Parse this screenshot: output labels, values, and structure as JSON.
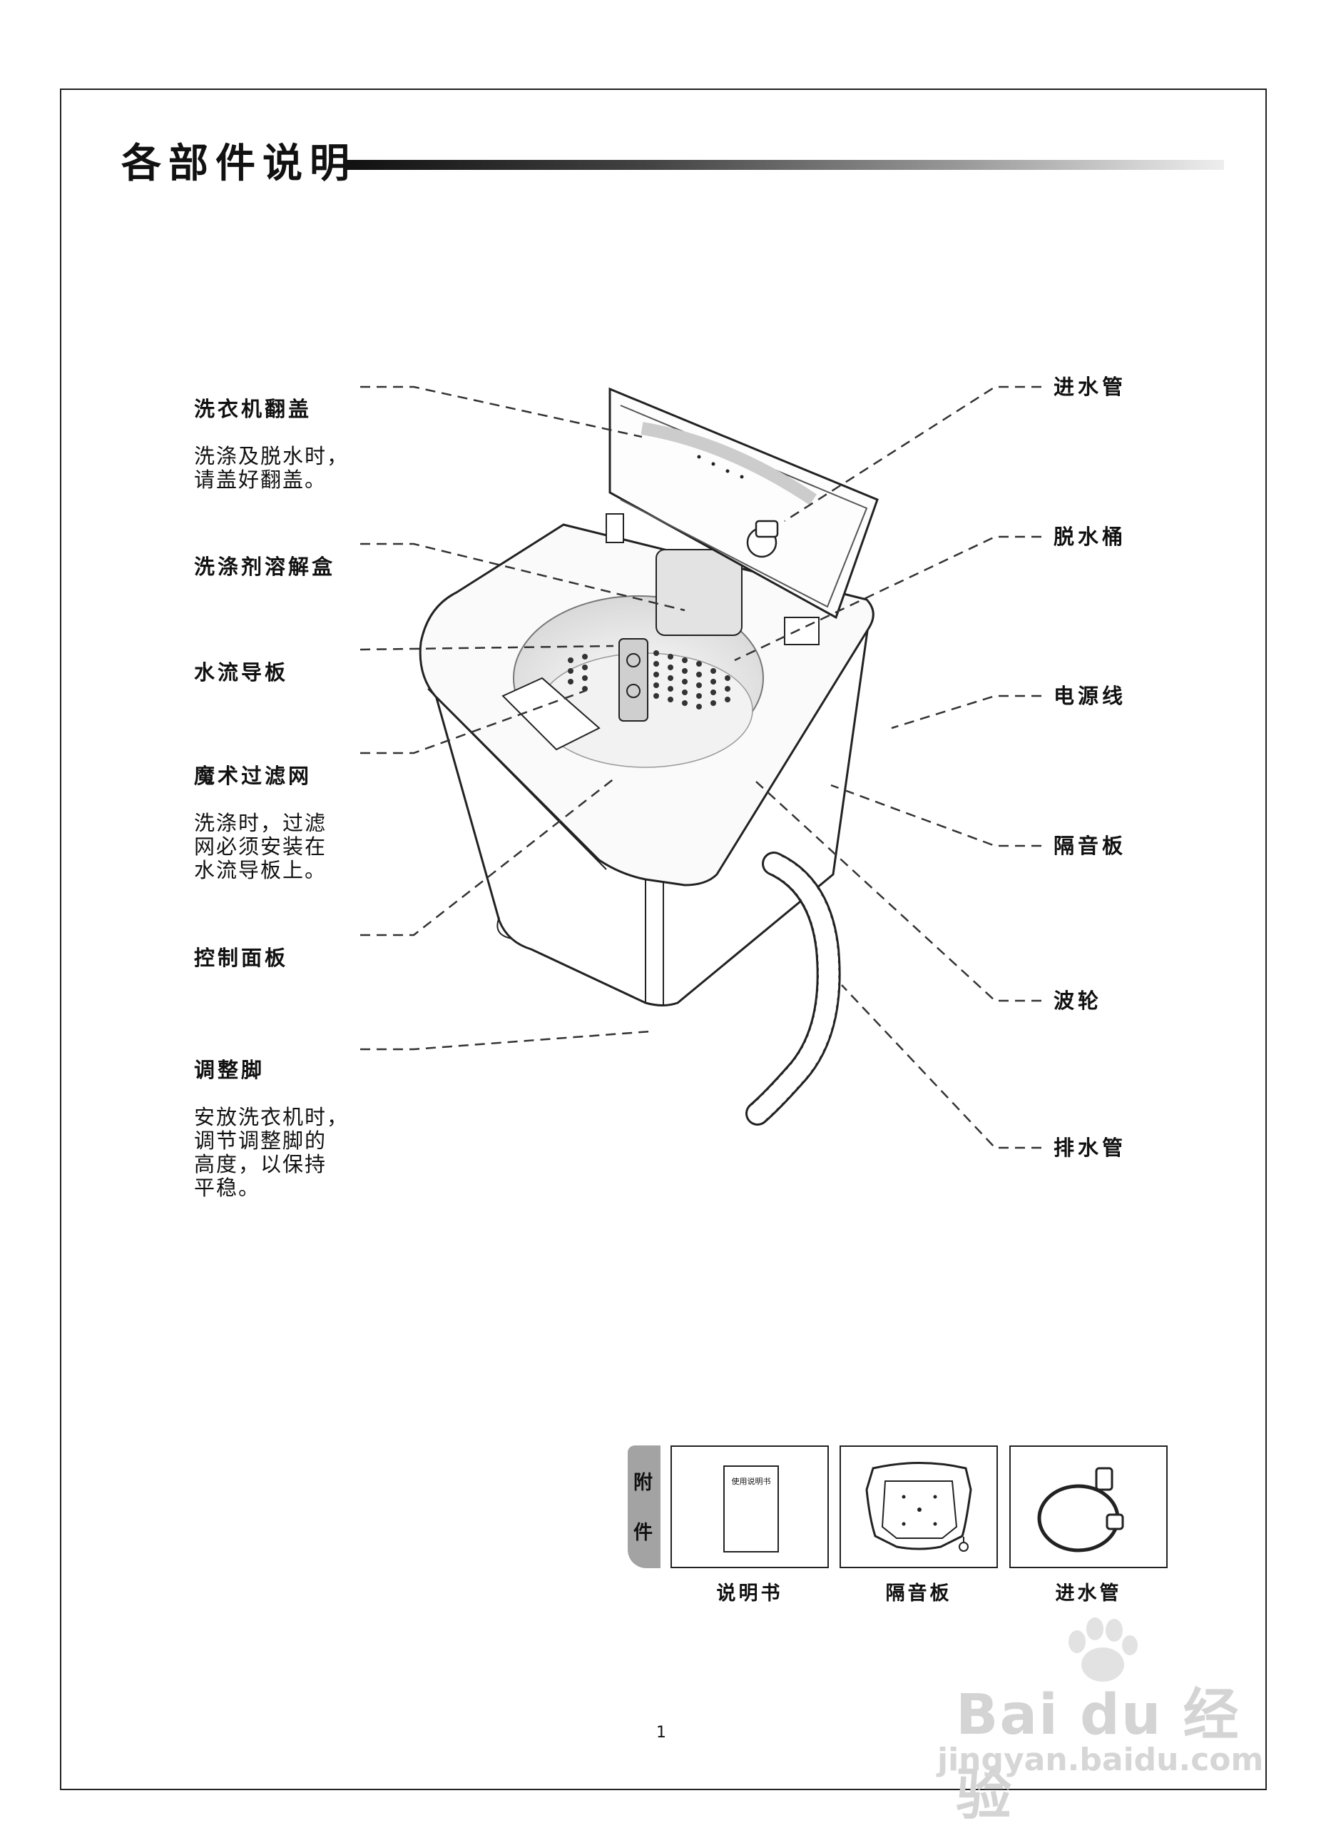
{
  "title": "各部件说明",
  "left_callouts": [
    {
      "head": "洗衣机翻盖",
      "desc": "洗涤及脱水时，\n请盖好翻盖。"
    },
    {
      "head": "洗涤剂溶解盒",
      "desc": ""
    },
    {
      "head": "水流导板",
      "desc": ""
    },
    {
      "head": "魔术过滤网",
      "desc": "洗涤时，过滤\n网必须安装在\n水流导板上。"
    },
    {
      "head": "控制面板",
      "desc": ""
    },
    {
      "head": "调整脚",
      "desc": "安放洗衣机时，\n调节调整脚的\n高度，以保持\n平稳。"
    }
  ],
  "right_labels": [
    "进水管",
    "脱水桶",
    "电源线",
    "隔音板",
    "波轮",
    "排水管"
  ],
  "accessories": {
    "tab": [
      "附",
      "件"
    ],
    "booklet_text": "使用说明书",
    "items": [
      "说明书",
      "隔音板",
      "进水管"
    ]
  },
  "page_number": "1",
  "watermark": {
    "logo": "Bai du 经验",
    "url": "jingyan.baidu.com"
  }
}
